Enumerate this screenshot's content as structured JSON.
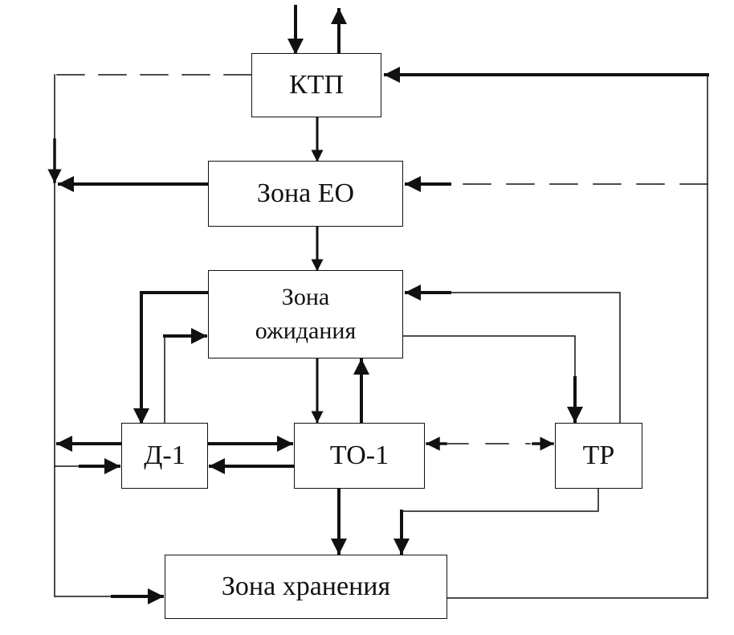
{
  "nodes": {
    "ktp": {
      "label": "КТП"
    },
    "zona_eo": {
      "label": "Зона ЕО"
    },
    "ozhid": {
      "label_line1": "Зона",
      "label_line2": "ожидания"
    },
    "d1": {
      "label": "Д-1"
    },
    "to1": {
      "label": "ТО-1"
    },
    "tr": {
      "label": "ТР"
    },
    "hran": {
      "label": "Зона хранения"
    }
  },
  "colors": {
    "line": "#111111",
    "background": "#ffffff"
  }
}
